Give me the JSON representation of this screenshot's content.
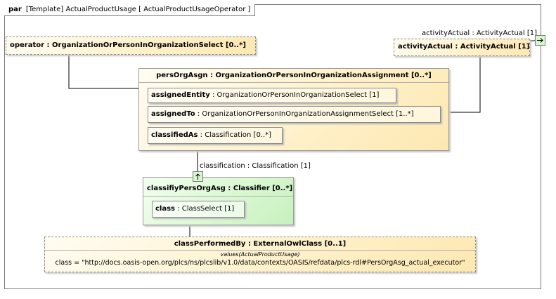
{
  "frame": {
    "keyword": "par",
    "title": "[Template] ActualProductUsage [ ActualProductUsageOperator ]"
  },
  "operator": {
    "name": "operator",
    "type": " : OrganizationOrPersonInOrganizationSelect [0..*]"
  },
  "activity_actual": {
    "port_label": "activityActual : ActivityActual [1]",
    "name": "activityActual",
    "type": " : ActivityActual [1]"
  },
  "pers_org_asgn": {
    "name": "persOrgAsgn",
    "type": " : OrganizationOrPersonInOrganizationAssignment [0..*]",
    "parts": [
      {
        "name": "assignedEntity",
        "type": " : OrganizationOrPersonInOrganizationSelect [1]"
      },
      {
        "name": "assignedTo",
        "type": " : OrganizationOrPersonInOrganizationAssignmentSelect [1..*]"
      },
      {
        "name": "classifiedAs",
        "type": " : Classification [0..*]"
      }
    ]
  },
  "classification_port": {
    "label": "classification : Classification [1]"
  },
  "classify": {
    "name": "classifiyPersOrgAsg",
    "type": " : Classifier [0..*]",
    "part": {
      "name": "class",
      "type": " : ClassSelect [1]"
    }
  },
  "class_performed_by": {
    "name": "classPerformedBy",
    "type": " : ExternalOwlClass [0..1]",
    "values_header": "values(ActualProductUsage)",
    "value": "class = \"http://docs.oasis-open.org/plcs/ns/plcslib/v1.0/data/contexts/OASIS/refdata/plcs-rdl#PersOrgAsg_actual_executor\""
  },
  "colors": {
    "part_yellow": "#fff0c8",
    "part_green": "#d8f7d0",
    "border": "#8a8a8a"
  },
  "icons": {
    "boundary_port": "arrow-right-icon",
    "classification_port": "arrow-up-icon"
  }
}
